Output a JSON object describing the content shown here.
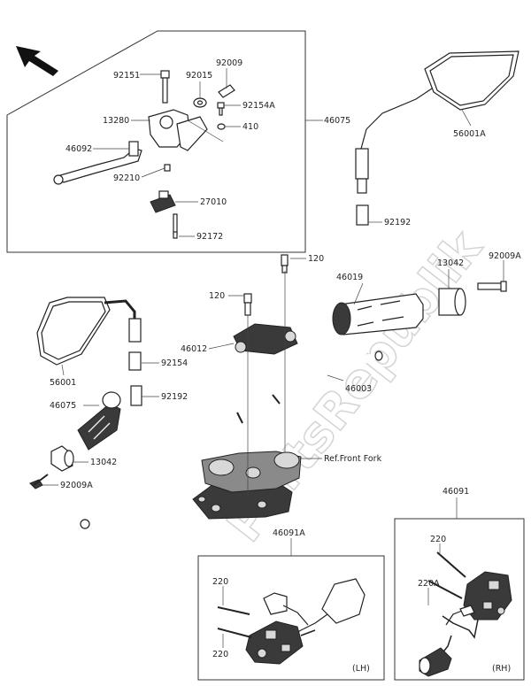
{
  "watermark": "PartsRepublik",
  "labels": {
    "l_92151": "92151",
    "l_92015": "92015",
    "l_92009": "92009",
    "l_92154A": "92154A",
    "l_410": "410",
    "l_13280": "13280",
    "l_46075_top": "46075",
    "l_46092": "46092",
    "l_92210": "92210",
    "l_27010": "27010",
    "l_92172": "92172",
    "l_56001A": "56001A",
    "l_92192_r": "92192",
    "l_120_a": "120",
    "l_13042_r": "13042",
    "l_92009A_r": "92009A",
    "l_46019": "46019",
    "l_120_b": "120",
    "l_46012": "46012",
    "l_92154": "92154",
    "l_56001": "56001",
    "l_92192_l": "92192",
    "l_46003": "46003",
    "l_46075_l": "46075",
    "l_13042_l": "13042",
    "l_ref_fork": "Ref.Front Fork",
    "l_92009A_l": "92009A",
    "l_46091": "46091",
    "l_46091A": "46091A",
    "l_220_a": "220",
    "l_220_b": "220",
    "l_220_c": "220",
    "l_220A": "220A",
    "l_lh": "(LH)",
    "l_rh": "(RH)"
  },
  "colors": {
    "line": "#222222",
    "fill_dark": "#3a3a3a",
    "watermark": "#d4d4d4"
  }
}
